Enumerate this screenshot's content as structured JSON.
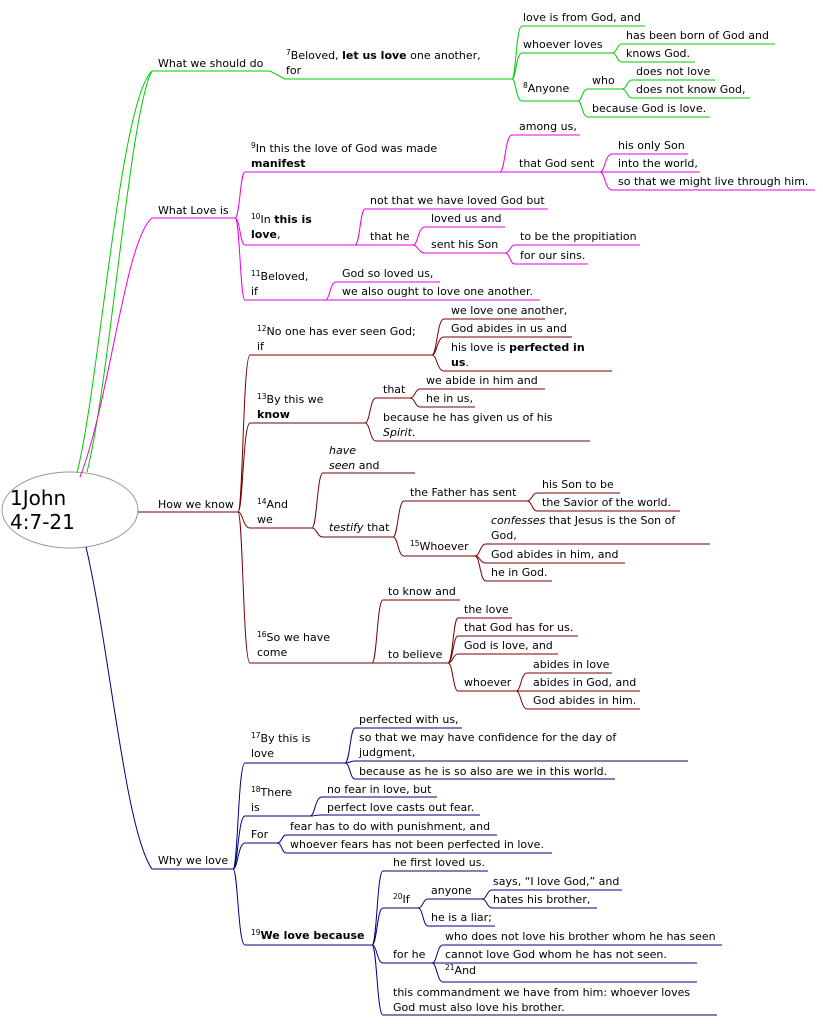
{
  "root": {
    "line1": "1John",
    "line2": "4:7-21"
  },
  "colors": {
    "b1": "#00cc00",
    "b2": "#e600e6",
    "b3": "#7a0000",
    "b4": "#000080",
    "root_border": "#999999"
  },
  "b1": {
    "label": "What we should do",
    "n7a": "Beloved, ",
    "n7b": "let us love",
    "n7c": " one another,",
    "n7d": "for",
    "l1": "love is from God, and",
    "whoever": "whoever loves",
    "born1": "has been born of God and",
    "born2": "knows God.",
    "anyone": "Anyone",
    "who": "who",
    "dnl1": "does not love",
    "dnl2": "does not know God,",
    "because": "because God is love."
  },
  "b2": {
    "label": "What Love is",
    "n9a": "In this the love of God was made",
    "n9b": "manifest",
    "among": "among us,",
    "sent": "that God sent",
    "son": "his only Son",
    "world": "into the world,",
    "live": "so that we might live through him.",
    "n10a": "In ",
    "n10b": "this is",
    "n10c": "love",
    "n10d": ",",
    "notthat": "not that we have loved God but",
    "thathe": "that he",
    "lovedus": "loved us and",
    "sentson": "sent his Son",
    "prop": "to be the propitiation",
    "sins": "for our sins.",
    "n11a": "Beloved,",
    "n11b": "if",
    "godso": "God so loved us,",
    "ought": "we also ought to love one another."
  },
  "b3": {
    "label": "How we know",
    "n12a": "No one has ever seen God;",
    "n12b": "if",
    "w1": "we love one another,",
    "w2": "God abides in us and",
    "w3a": "his love is ",
    "w3b": "perfected in",
    "w3c": "us",
    "w3d": ".",
    "n13a": "By this we",
    "n13b": "know",
    "that": "that",
    "abide": "we abide in him and",
    "hein": "he in us,",
    "given1": "because he has given us of his",
    "given2": "Spirit",
    "given3": ".",
    "n14a": "And",
    "n14b": "we",
    "have1": "have",
    "have2": "seen",
    "have3": " and",
    "testify": "testify",
    "testify2": " that",
    "fathersent": "the Father has sent",
    "sonto": "his Son to be",
    "savior": "the Savior of the world.",
    "whoever15": "Whoever",
    "conf1": "confesses",
    "conf2": " that Jesus is the Son of",
    "conf3": "God,",
    "abidesin": "God abides in him, and",
    "heingod": "he in God.",
    "n16a": "So we have",
    "n16b": "come",
    "toknow": "to know and",
    "tobelieve": "to believe",
    "thelove": "the love",
    "godhas": "that God has for us.",
    "godislove": "God is love, and",
    "whoever2": "whoever",
    "abl": "abides in love",
    "abg": "abides in God, and",
    "gab": "God abides in him."
  },
  "b4": {
    "label": "Why we love",
    "n17a": "By this is",
    "n17b": "love",
    "perf": "perfected with us,",
    "conf1": "so that we may have confidence for the day of",
    "conf2": "judgment,",
    "asis": "because as he is so also are we in this world.",
    "n18a": "There",
    "n18b": "is",
    "nofear": "no fear in love, but",
    "perfect": "perfect love casts out fear.",
    "for": "For",
    "fear": "fear has to do with punishment, and",
    "fears": "whoever fears has not been perfected in love.",
    "n19": "We love because",
    "first": "he first loved us.",
    "if": "If",
    "anyone": "anyone",
    "says": "says, “I love God,” and",
    "hates": "hates his brother,",
    "liar": "he is a liar;",
    "forhe": "for he",
    "who": "who does not love his brother whom he has seen",
    "cannot": "cannot love God whom he has not seen.",
    "and21": "And",
    "cmd1": "this commandment we have from him: whoever loves",
    "cmd2": "God must also love his brother."
  },
  "verses": {
    "v7": "7",
    "v8": "8",
    "v9": "9",
    "v10": "10",
    "v11": "11",
    "v12": "12",
    "v13": "13",
    "v14": "14",
    "v15": "15",
    "v16": "16",
    "v17": "17",
    "v18": "18",
    "v19": "19",
    "v20": "20",
    "v21": "21"
  }
}
